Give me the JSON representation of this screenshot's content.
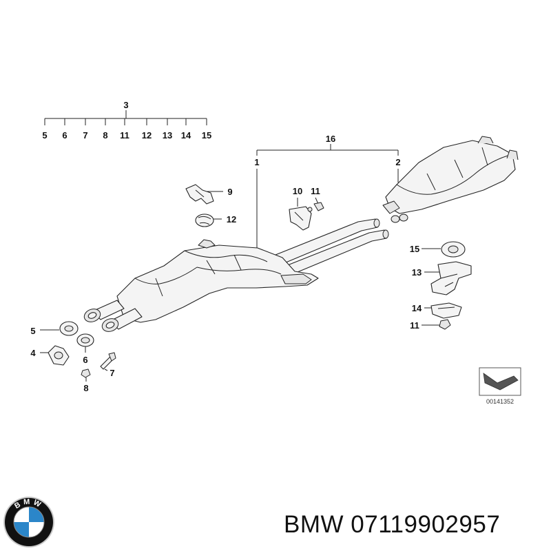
{
  "callouts": {
    "c1": "1",
    "c2": "2",
    "c3": "3",
    "c4": "4",
    "c5a": "5",
    "c5b": "5",
    "c6a": "6",
    "c6b": "6",
    "c7a": "7",
    "c7b": "7",
    "c8a": "8",
    "c8b": "8",
    "c9": "9",
    "c10": "10",
    "c11a": "11",
    "c11b": "11",
    "c11c": "11",
    "c12a": "12",
    "c12b": "12",
    "c13a": "13",
    "c13b": "13",
    "c14a": "14",
    "c14b": "14",
    "c15a": "15",
    "c15b": "15",
    "c16": "16"
  },
  "reference_number": "00141352",
  "logo_text": "BMW",
  "caption": "BMW 07119902957",
  "colors": {
    "blue": "#2b86c9",
    "black": "#111111",
    "ring": "#c9c9c9"
  }
}
